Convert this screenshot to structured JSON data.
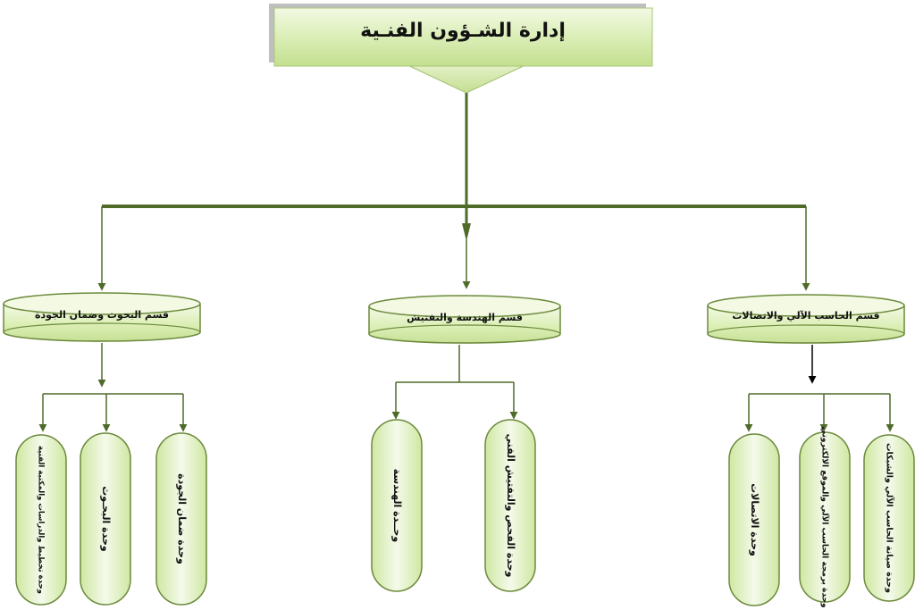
{
  "title": "إدارة الشـؤون  الفنـية",
  "departments": [
    {
      "name": "قسم الحاسب الآلي والاتصالات",
      "units": [
        "وحدة الاتصالات",
        "وحدة برمجة الحاسب الآلي والموقع الالكتروني",
        "وحدة صيانة الحاسب الآلي والشبكات"
      ]
    },
    {
      "name": "قسم الهندسة والتفتيش",
      "units": [
        "وحــدة الهندسة",
        "وحدة الفحص والتفتيش الفني"
      ]
    },
    {
      "name": "قسم البحوث وضمان الجودة",
      "units": [
        "وحدة تخطيط والدراسات والمكتبة الفنية",
        "وحدة البحـوث",
        "وحدة ضمان الجودة"
      ]
    }
  ],
  "colors": {
    "line": "#4e6b2a",
    "fill_light": "#eef6d6",
    "fill_dark": "#c9e39a",
    "stroke": "#6c8a3c",
    "title_shadow": "#c6c6c6"
  }
}
